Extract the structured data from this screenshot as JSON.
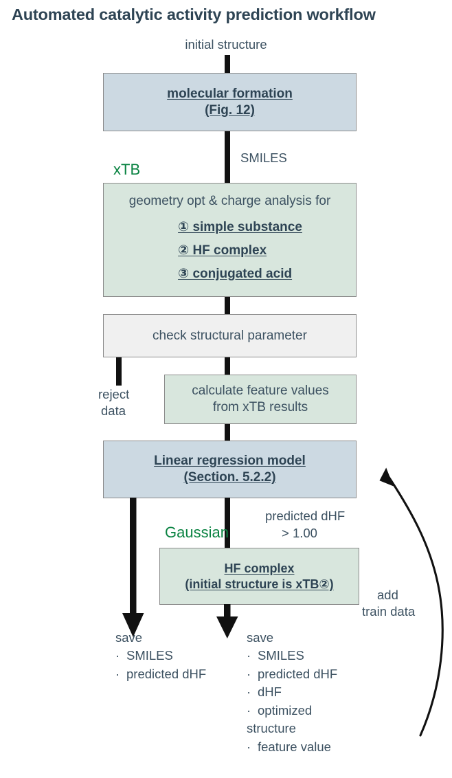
{
  "title": "Automated catalytic activity prediction workflow",
  "colors": {
    "title_text": "#2e4454",
    "body_text": "#3c5161",
    "green_accent": "#0a8342",
    "box_blue": "#ccd9e2",
    "box_green": "#d8e6dd",
    "box_grey": "#f0f0f0",
    "box_border": "#8a8a8a",
    "connector": "#111111"
  },
  "flow": {
    "entry_label": "initial structure",
    "edge_smiles": "SMILES",
    "edge_reject_line1": "reject",
    "edge_reject_line2": "data",
    "edge_predicted_line1": "predicted dHF",
    "edge_predicted_line2": "> 1.00",
    "edge_add_line1": "add",
    "edge_add_line2": "train data",
    "tool_xtb": "xTB",
    "tool_gaussian": "Gaussian"
  },
  "boxes": {
    "molecular_formation": {
      "line1": "molecular formation",
      "line2": "(Fig. 12)"
    },
    "xtb_step": {
      "heading": "geometry opt & charge analysis for",
      "items": [
        "① simple substance",
        "② HF complex",
        "③ conjugated acid"
      ]
    },
    "check_structural": {
      "line1": "check structural parameter"
    },
    "calc_features": {
      "line1": "calculate feature values",
      "line2": "from xTB results"
    },
    "linear_regression": {
      "line1": "Linear regression model",
      "line2": "(Section. 5.2.2)"
    },
    "hf_complex": {
      "line1": "HF complex",
      "line2": "(initial structure is xTB②)"
    }
  },
  "outputs": {
    "left": {
      "header": "save",
      "items": [
        "SMILES",
        "predicted dHF"
      ]
    },
    "right": {
      "header": "save",
      "items": [
        "SMILES",
        "predicted dHF",
        "dHF",
        "optimized"
      ],
      "continuation": "structure",
      "last_item": "feature value"
    }
  }
}
